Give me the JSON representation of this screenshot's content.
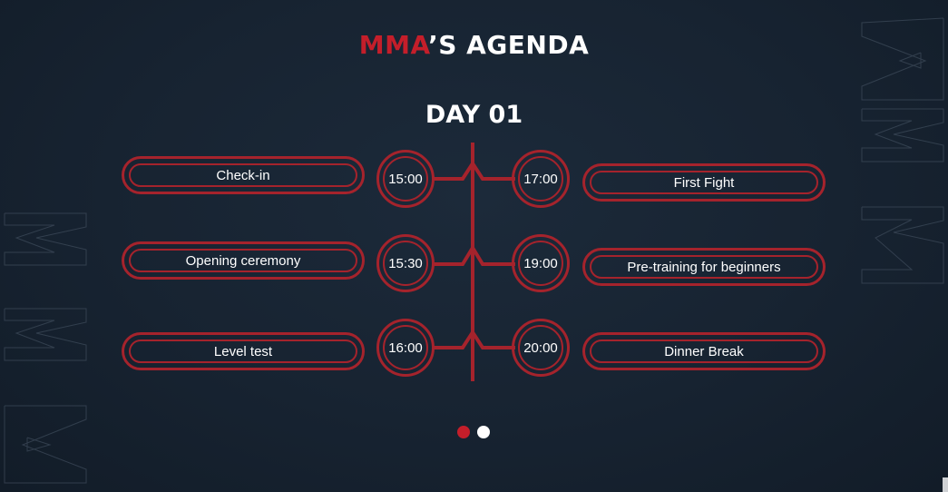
{
  "header": {
    "title_accent": "MMA",
    "title_rest": "’S AGENDA",
    "day_label": "DAY 01"
  },
  "watermark": {
    "text": "MMA"
  },
  "schedule": {
    "left": [
      {
        "time": "15:00",
        "label": "Check-in"
      },
      {
        "time": "15:30",
        "label": "Opening ceremony"
      },
      {
        "time": "16:00",
        "label": "Level test"
      }
    ],
    "right": [
      {
        "time": "17:00",
        "label": "First Fight"
      },
      {
        "time": "19:00",
        "label": "Pre-training for beginners"
      },
      {
        "time": "20:00",
        "label": "Dinner Break"
      }
    ]
  },
  "pagination": {
    "pages": 2,
    "active": 1
  },
  "colors": {
    "background": "#172331",
    "accent": "#c41e2a",
    "pill_border": "#a5232c",
    "text": "#ffffff",
    "dot_inactive": "#ffffff"
  }
}
